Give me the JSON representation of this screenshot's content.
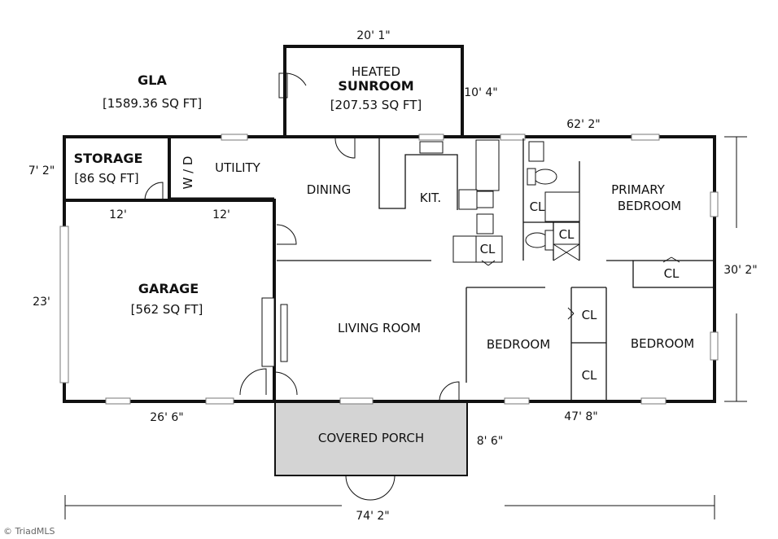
{
  "summary": {
    "title": "GLA",
    "area": "[1589.36 SQ FT]"
  },
  "rooms": {
    "sunroom": {
      "line1": "HEATED",
      "line2": "SUNROOM",
      "area": "[207.53 SQ FT]"
    },
    "storage": {
      "name": "STORAGE",
      "area": "[86 SQ FT]"
    },
    "wd": "W / D",
    "utility": "UTILITY",
    "dining": "DINING",
    "kitchen": "KIT.",
    "primary_bedroom": {
      "line1": "PRIMARY",
      "line2": "BEDROOM"
    },
    "garage": {
      "name": "GARAGE",
      "area": "[562 SQ FT]"
    },
    "living_room": "LIVING ROOM",
    "bedroom_1": "BEDROOM",
    "bedroom_2": "BEDROOM",
    "covered_porch": "COVERED PORCH",
    "closets": [
      "CL",
      "CL",
      "CL",
      "CL",
      "CL",
      "CL"
    ]
  },
  "dimensions": {
    "sunroom_width": "20' 1\"",
    "sunroom_depth": "10' 4\"",
    "main_top": "62' 2\"",
    "storage_height": "7' 2\"",
    "wall_1": "12'",
    "wall_2": "12'",
    "garage_height": "23'",
    "right_side": "30' 2\"",
    "garage_width": "26' 6\"",
    "main_bottom": "47' 8\"",
    "porch_depth": "8' 6\"",
    "overall_width": "74' 2\""
  },
  "watermark": "© TriadMLS"
}
